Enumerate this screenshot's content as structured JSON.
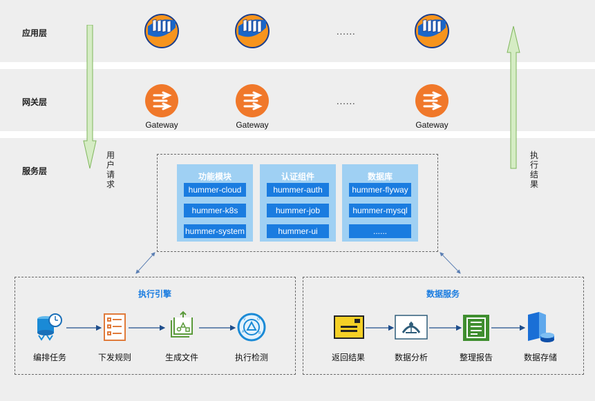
{
  "layers": {
    "app": "应用层",
    "gateway": "网关层",
    "service": "服务层"
  },
  "app_ellipsis": "......",
  "gateway_ellipsis": "......",
  "gateways": [
    "Gateway",
    "Gateway",
    "Gateway"
  ],
  "user_request": "用户请求",
  "exec_result": "执行结果",
  "modules": [
    {
      "title": "功能模块",
      "items": [
        "hummer-cloud",
        "hummer-k8s",
        "hummer-system"
      ]
    },
    {
      "title": "认证组件",
      "items": [
        "hummer-auth",
        "hummer-job",
        "hummer-ui"
      ]
    },
    {
      "title": "数据库",
      "items": [
        "hummer-flyway",
        "hummer-mysql",
        "......"
      ]
    }
  ],
  "engine": {
    "title": "执行引擎",
    "steps": [
      "编排任务",
      "下发规则",
      "生成文件",
      "执行检测"
    ]
  },
  "data_service": {
    "title": "数据服务",
    "steps": [
      "返回结果",
      "数据分析",
      "整理报告",
      "数据存储"
    ]
  },
  "colors": {
    "band": "#eeeeee",
    "module_bg": "#9fd0f3",
    "module_item": "#1a7ce0",
    "gateway_orange": "#f0782a",
    "arrow_green": "#d5ecc4",
    "flow_blue": "#1f4e8c"
  }
}
